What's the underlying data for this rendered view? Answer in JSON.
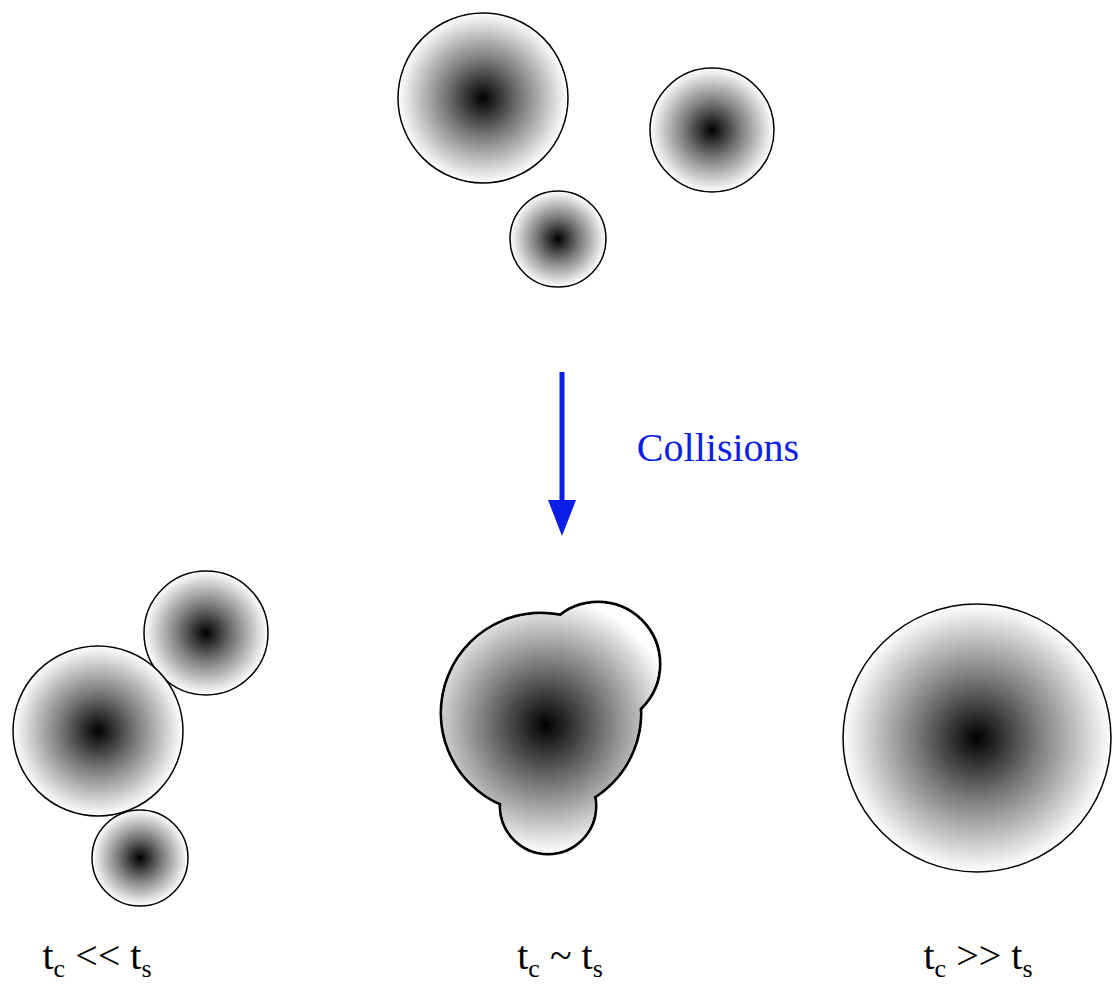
{
  "diagram": {
    "labels": [
      "Collisions",
      "tc << ts",
      "tc ~ ts",
      "tc >> ts"
    ]
  }
}
